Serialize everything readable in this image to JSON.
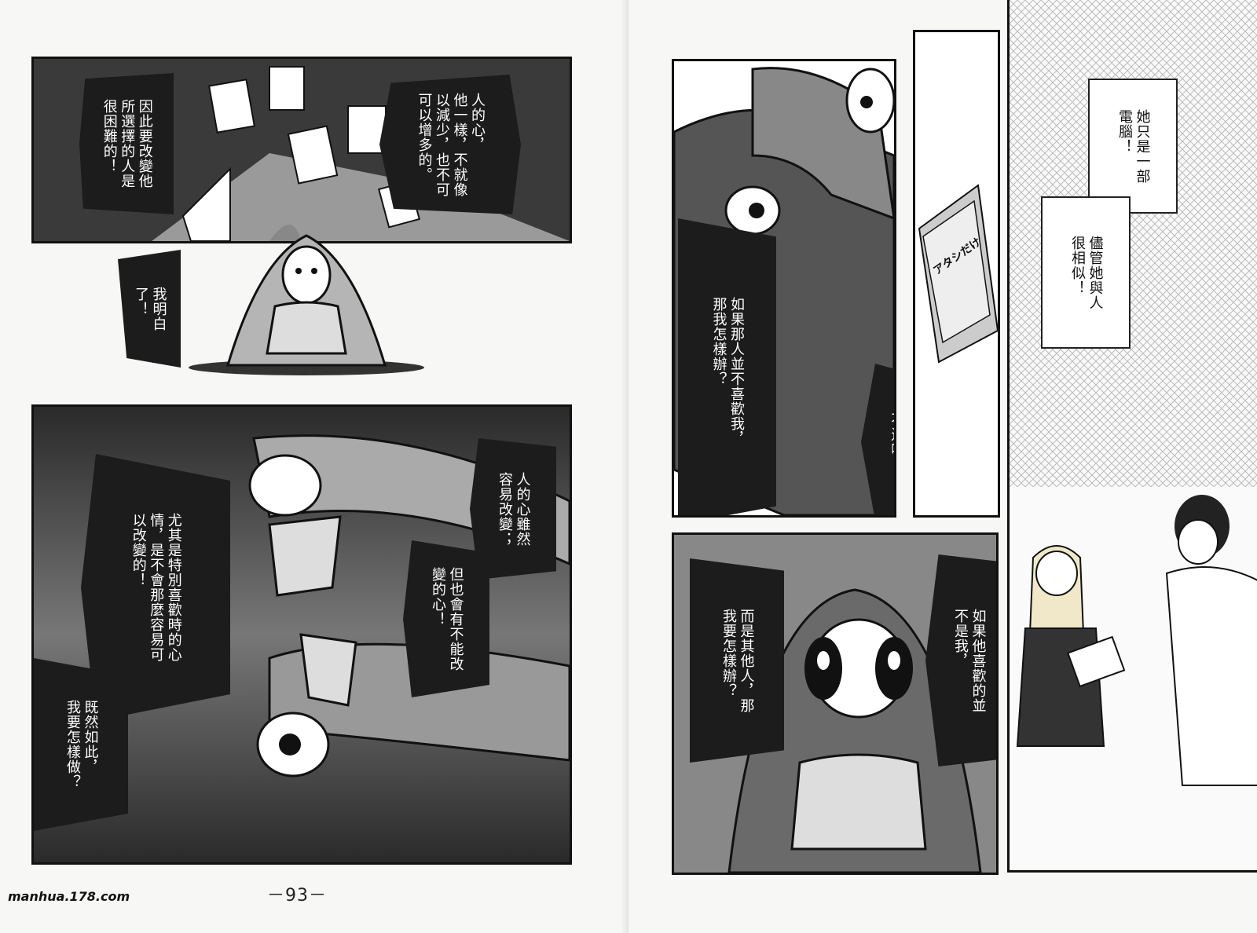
{
  "page_number": "－93－",
  "watermark": "manhua.178.com",
  "left_page": {
    "panel1": {
      "bubble_a": "人的心，\n他一樣，不就像\n以減少，也不可\n可以增多的。",
      "bubble_b": "因此要改變他\n所選擇的人是\n很困難的！",
      "bubble_c": "我明白\n了！"
    },
    "panel2": {
      "bubble_a": "人的心雖然\n容易改變；",
      "bubble_b": "但也會有不能改\n變的心！",
      "bubble_c": "尤其是特別喜歡時的心\n情，是不會那麼容易可\n以改變的！",
      "bubble_d": "既然如此，\n我要怎樣做？"
    }
  },
  "right_page": {
    "panel1": {
      "bubble_a": "如果那人並不喜歡我，\n那我怎樣辦？",
      "bubble_b": "不過啊，"
    },
    "panel2": {
      "book_title": "アタシだけ"
    },
    "panel3": {
      "box_a": "她只是一部\n電腦！",
      "box_b": "儘管她與人\n很相似！"
    },
    "panel4": {
      "bubble_a": "如果他喜歡的並\n不是我，",
      "bubble_b": "而是其他人，那\n我要怎樣辦？"
    }
  }
}
